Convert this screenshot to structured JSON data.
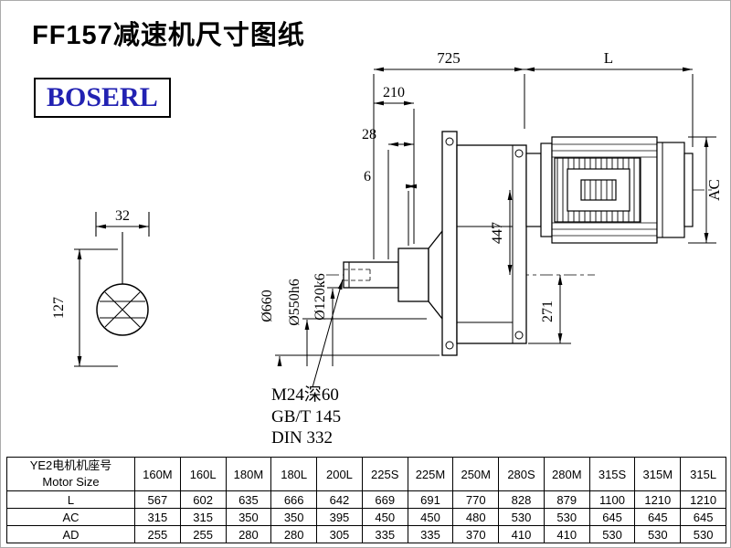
{
  "title": "FF157减速机尺寸图纸",
  "logo": "BOSERL",
  "colors": {
    "logo": "#2222b2",
    "line": "#000000"
  },
  "drawing": {
    "dim_725": "725",
    "dim_L": "L",
    "dim_210": "210",
    "dim_28": "28",
    "dim_6": "6",
    "dim_32": "32",
    "dim_127": "127",
    "dia_flange": "Ø660",
    "dia_spigot": "Ø550h6",
    "dia_shaft": "Ø120k6",
    "dim_447": "447",
    "dim_271": "271",
    "dim_AC": "AC",
    "note_tap": "M24深60",
    "note_gb": "GB/T 145",
    "note_din": "DIN 332"
  },
  "table": {
    "header": {
      "line1": "YE2电机机座号",
      "line2": "Motor Size"
    },
    "columns": [
      "160M",
      "160L",
      "180M",
      "180L",
      "200L",
      "225S",
      "225M",
      "250M",
      "280S",
      "280M",
      "315S",
      "315M",
      "315L"
    ],
    "rows": [
      {
        "label": "L",
        "values": [
          "567",
          "602",
          "635",
          "666",
          "642",
          "669",
          "691",
          "770",
          "828",
          "879",
          "1100",
          "1210",
          "1210"
        ]
      },
      {
        "label": "AC",
        "values": [
          "315",
          "315",
          "350",
          "350",
          "395",
          "450",
          "450",
          "480",
          "530",
          "530",
          "645",
          "645",
          "645"
        ]
      },
      {
        "label": "AD",
        "values": [
          "255",
          "255",
          "280",
          "280",
          "305",
          "335",
          "335",
          "370",
          "410",
          "410",
          "530",
          "530",
          "530"
        ]
      }
    ]
  }
}
